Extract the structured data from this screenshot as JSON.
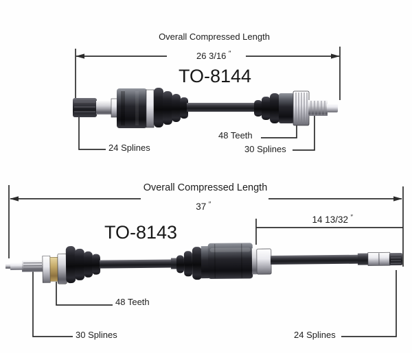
{
  "colors": {
    "line": "#2b2b2b",
    "text": "#1c1c1c",
    "background": "#fefefe"
  },
  "diagrams": {
    "top": {
      "part_number": "TO-8144",
      "overall_title": "Overall Compressed Length",
      "overall_value": "26 3/16",
      "overall_unit": "″",
      "teeth_label": "48 Teeth",
      "left_spline_label": "24 Splines",
      "right_spline_label": "30 Splines"
    },
    "bottom": {
      "part_number": "TO-8143",
      "overall_title": "Overall Compressed Length",
      "overall_value": "37",
      "overall_unit": "″",
      "secondary_value": "14 13/32",
      "secondary_unit": "″",
      "teeth_label": "48 Teeth",
      "left_spline_label": "30 Splines",
      "right_spline_label": "24 Splines"
    }
  }
}
